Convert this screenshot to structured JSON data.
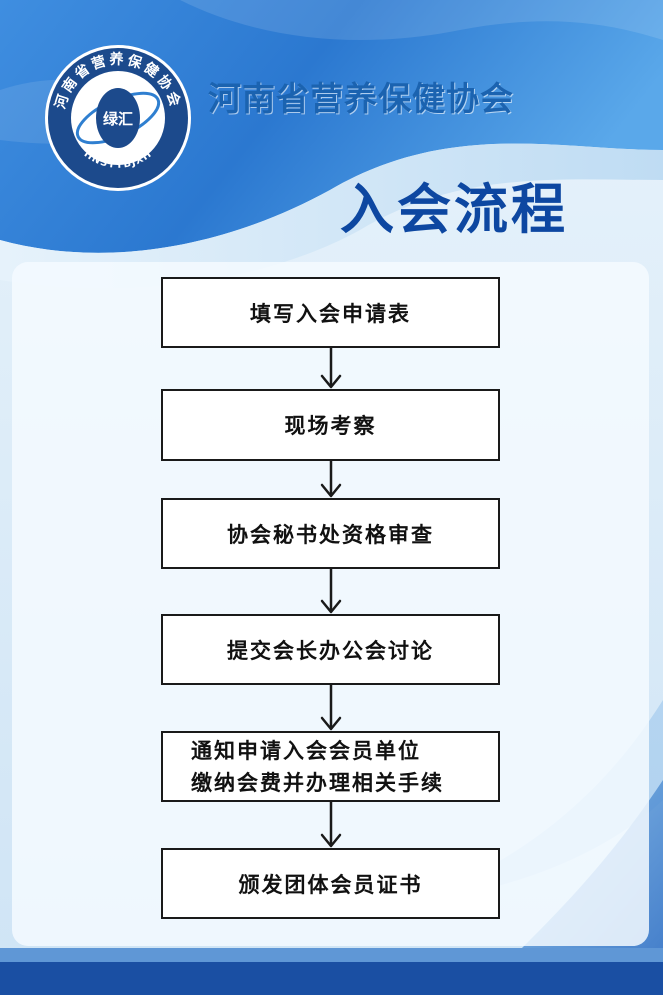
{
  "header": {
    "org_name": "河南省营养保健协会",
    "page_title": "入会流程"
  },
  "logo": {
    "ring_text": "河南省营养保健协会",
    "center_text": "绿汇",
    "bottom_text": "HNSYYBJXH",
    "colors": {
      "ring": "#1c4a8c",
      "center": "#1c4a8c",
      "background": "#ffffff"
    }
  },
  "steps": [
    {
      "lines": [
        "填写入会申请表"
      ]
    },
    {
      "lines": [
        "现场考察"
      ]
    },
    {
      "lines": [
        "协会秘书处资格审查"
      ]
    },
    {
      "lines": [
        "提交会长办公会讨论"
      ]
    },
    {
      "lines": [
        "通知申请入会会员单位",
        "缴纳会费并办理相关手续"
      ]
    },
    {
      "lines": [
        "颁发团体会员证书"
      ]
    }
  ],
  "colors": {
    "primary_blue": "#1b63b0",
    "dark_blue": "#0d47a1",
    "light_blue": "#cfe5f7",
    "box_border": "#1a1a1a",
    "footer_blue": "#1a4fa3"
  }
}
